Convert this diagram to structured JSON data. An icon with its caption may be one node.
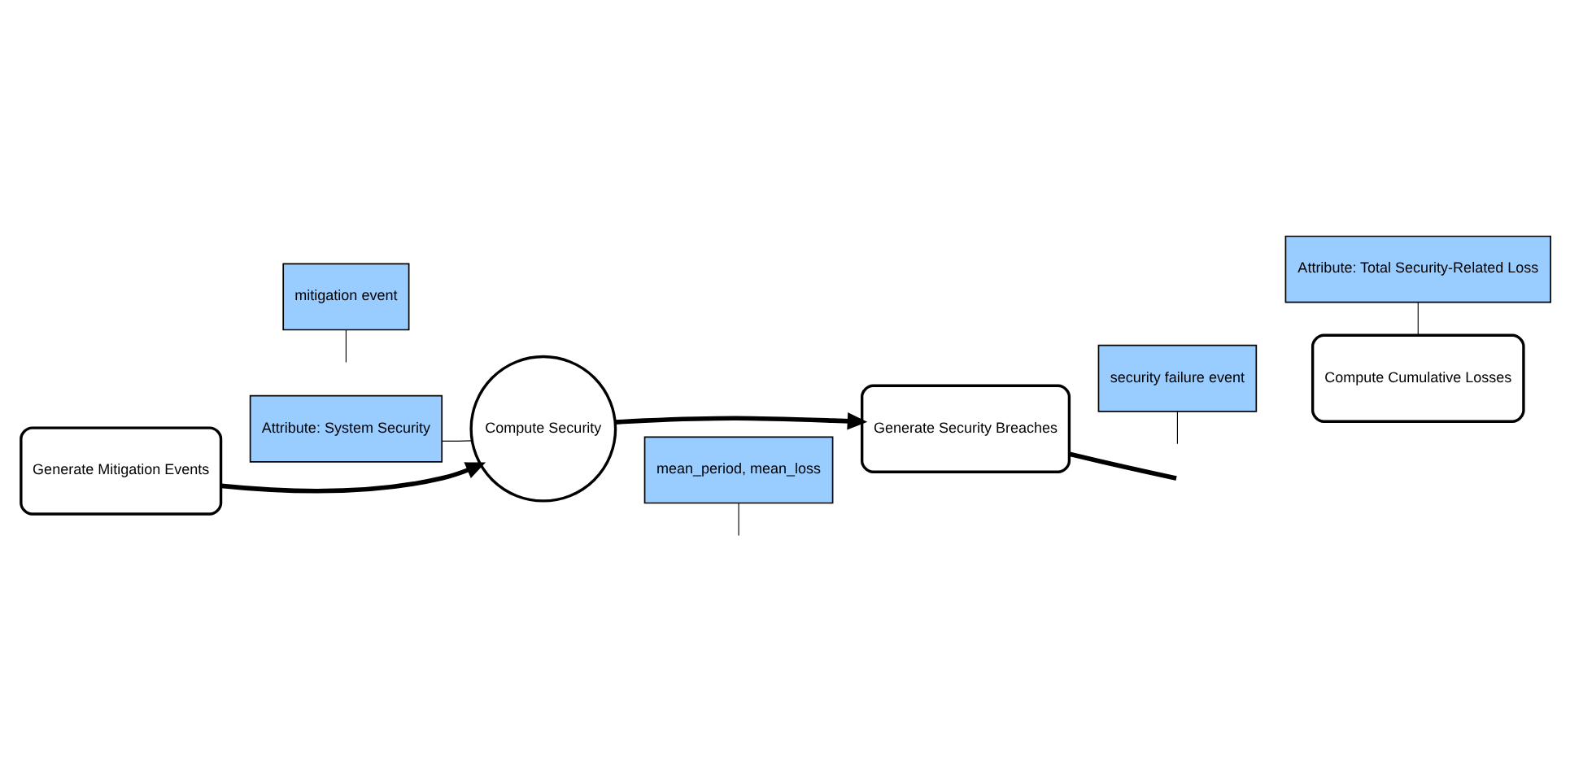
{
  "diagram": {
    "nodes": [
      {
        "text": [
          "Attribute: System Security"
        ]
      },
      {
        "text": [
          "security failure event"
        ]
      },
      {
        "text": [
          "Generate Mitigation Events"
        ]
      },
      {
        "text": [
          "Compute Security"
        ]
      },
      {
        "text": [
          "Generate Security Breaches"
        ]
      },
      {
        "text": [
          "Compute Cumulative Losses"
        ]
      },
      {
        "text": [
          "mitigation event"
        ]
      },
      {
        "text": [
          "mean_period, mean_loss"
        ]
      },
      {
        "text": [
          "Attribute: Total Security-Related Loss"
        ]
      }
    ],
    "edges": [
      {
        "from": 2,
        "to": 3,
        "arrow": "to",
        "style": "thick"
      },
      {
        "from": 3,
        "to": 4,
        "arrow": "to",
        "style": "thick"
      },
      {
        "from": 4,
        "to": null,
        "arrow": "none",
        "style": "thick"
      },
      {
        "from": 0,
        "to": 3,
        "arrow": "none"
      },
      {
        "from": 1,
        "to": null,
        "arrow": "none"
      },
      {
        "from": 6,
        "to": null,
        "arrow": "none"
      },
      {
        "from": 7,
        "to": null,
        "arrow": "none"
      },
      {
        "from": 8,
        "to": 5,
        "arrow": "none"
      }
    ]
  }
}
